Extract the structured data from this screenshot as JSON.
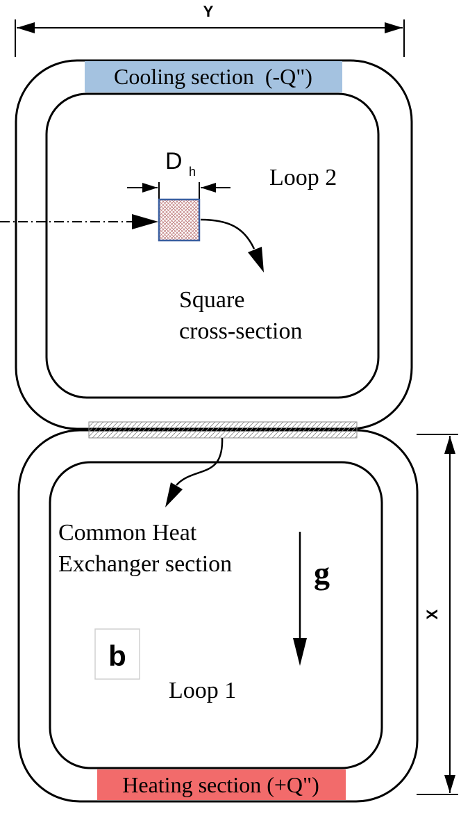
{
  "labels": {
    "dim_y": "Y",
    "dim_x": "X",
    "cooling": "Cooling section  (-Q\")",
    "heating": "Heating section (+Q\")",
    "loop2": "Loop 2",
    "loop1": "Loop 1",
    "dh_main": "D",
    "dh_sub": "h",
    "square_line1": "Square",
    "square_line2": "cross-section",
    "common_line1": "Common Heat",
    "common_line2": "Exchanger section",
    "gravity": "g",
    "panel": "b"
  },
  "colors": {
    "cooling_fill": "#a4c2e0",
    "heating_fill": "#f26b6b",
    "square_border": "#3a5fa0",
    "square_hatch": "#c08080"
  }
}
